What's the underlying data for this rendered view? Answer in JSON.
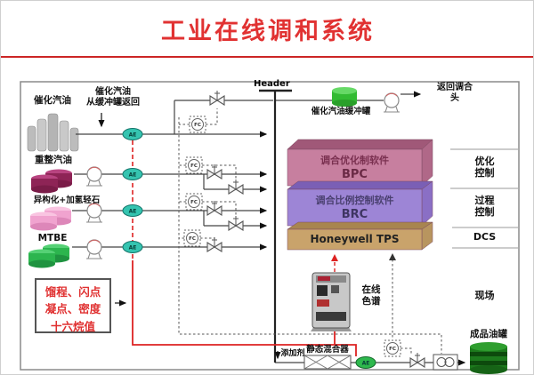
{
  "title": "工业在线调和系统",
  "diagram": {
    "header_label": "Header",
    "buffer_return_note": "催化汽油\n从缓冲罐返回",
    "buffer_tank_label": "催化汽油缓冲罐",
    "return_to_blend_head": "返回调合\n头",
    "sources": [
      {
        "label": "催化汽油"
      },
      {
        "label": "重整汽油"
      },
      {
        "label": "异构化+加氢轻石"
      },
      {
        "label": "MTBE"
      }
    ],
    "software_stack": [
      {
        "name": "调合优化制软件",
        "abbr": "BPC"
      },
      {
        "name": "调合比例控制软件",
        "abbr": "BRC"
      },
      {
        "name": "Honeywell TPS",
        "abbr": ""
      }
    ],
    "control_levels": [
      "优化\n控制",
      "过程\n控制",
      "DCS",
      "现场"
    ],
    "analyzer_label": "AE",
    "controller_label": "FC",
    "chromatograph_label": "在线\n色谱",
    "quality_params_note": "馏程、闪点\n凝点、密度\n十六烷值",
    "additive_label": "添加剂",
    "mixer_label": "静态混合器",
    "product_tank_label": "成品油罐"
  },
  "colors": {
    "title_red": "#e13232",
    "sample_line_red": "#dd2222",
    "bpc_pink": "#c77f9f",
    "brc_purple": "#9d85d6",
    "tps_tan": "#c9a36b",
    "analyzer_teal": "#35c4b0",
    "tank_green": "#2eb84d"
  }
}
